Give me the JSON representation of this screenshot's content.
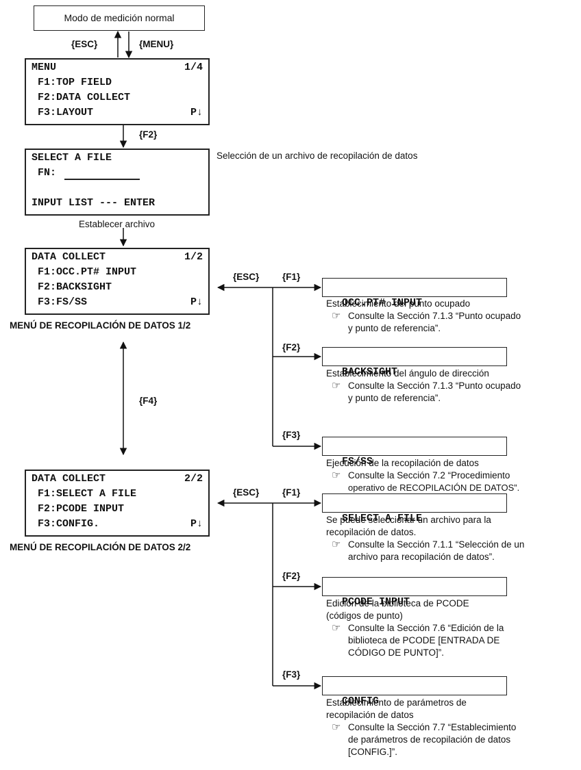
{
  "mode_box": "Modo de medición normal",
  "keys": {
    "esc_top": "{ESC}",
    "menu": "{MENU}",
    "f2_top": "{F2}",
    "esc1": "{ESC}",
    "f1a": "{F1}",
    "f2a": "{F2}",
    "f3a": "{F3}",
    "f4": "{F4}",
    "esc2": "{ESC}",
    "f1b": "{F1}",
    "f2b": "{F2}",
    "f3b": "{F3}"
  },
  "menu_screen": {
    "title": "MENU",
    "page": "1/4",
    "items": [
      " F1:TOP FIELD",
      " F2:DATA COLLECT",
      " F3:LAYOUT"
    ],
    "more": "P↓"
  },
  "select_file_screen": {
    "title": "SELECT A FILE",
    "fn_label": " FN:",
    "bottom": "INPUT LIST --- ENTER"
  },
  "select_file_note": "Selección de un archivo de recopilación de datos",
  "set_file_label": "Establecer archivo",
  "dc1": {
    "title": "DATA COLLECT",
    "page": "1/2",
    "items": [
      " F1:OCC.PT# INPUT",
      " F2:BACKSIGHT",
      " F3:FS/SS"
    ],
    "more": "P↓",
    "caption": "MENÚ DE RECOPILACIÓN DE DATOS 1/2"
  },
  "dc2": {
    "title": "DATA COLLECT",
    "page": "2/2",
    "items": [
      " F1:SELECT A FILE",
      " F2:PCODE INPUT",
      " F3:CONFIG."
    ],
    "more": "P↓",
    "caption": "MENÚ DE RECOPILACIÓN DE DATOS 2/2"
  },
  "ref_icon": "☞",
  "subs": [
    {
      "title": "OCC.PT# INPUT",
      "desc": [
        "Establecimiento del punto ocupado"
      ],
      "ref": [
        "Consulte la Sección 7.1.3 “Punto ocupado",
        "y punto de referencia”."
      ]
    },
    {
      "title": "BACKSIGHT",
      "desc": [
        "Establecimiento del ángulo de dirección"
      ],
      "ref": [
        "Consulte la Sección 7.1.3 “Punto ocupado",
        "y punto de referencia”."
      ]
    },
    {
      "title": "FS/SS",
      "desc": [
        "Ejecución de la recopilación de datos"
      ],
      "ref": [
        "Consulte la Sección 7.2 “Procedimiento",
        "operativo de RECOPILACIÓN DE DATOS”."
      ]
    },
    {
      "title": "SELECT A FILE",
      "desc": [
        "Se puede seleccionar un archivo para la",
        "recopilación de datos."
      ],
      "ref": [
        "Consulte la Sección 7.1.1 “Selección de un",
        "archivo para recopilación de datos”."
      ]
    },
    {
      "title": "PCODE INPUT",
      "desc": [
        "Edición de la biblioteca de PCODE",
        "(códigos de punto)"
      ],
      "ref": [
        "Consulte la Sección 7.6 “Edición de la",
        "biblioteca de PCODE [ENTRADA DE",
        "CÓDIGO DE PUNTO]”."
      ]
    },
    {
      "title": "CONFIG",
      "desc": [
        "Establecimiento de parámetros de",
        "recopilación de datos"
      ],
      "ref": [
        "Consulte la Sección 7.7 “Establecimiento",
        "de parámetros de recopilación de datos",
        "[CONFIG.]”."
      ]
    }
  ]
}
